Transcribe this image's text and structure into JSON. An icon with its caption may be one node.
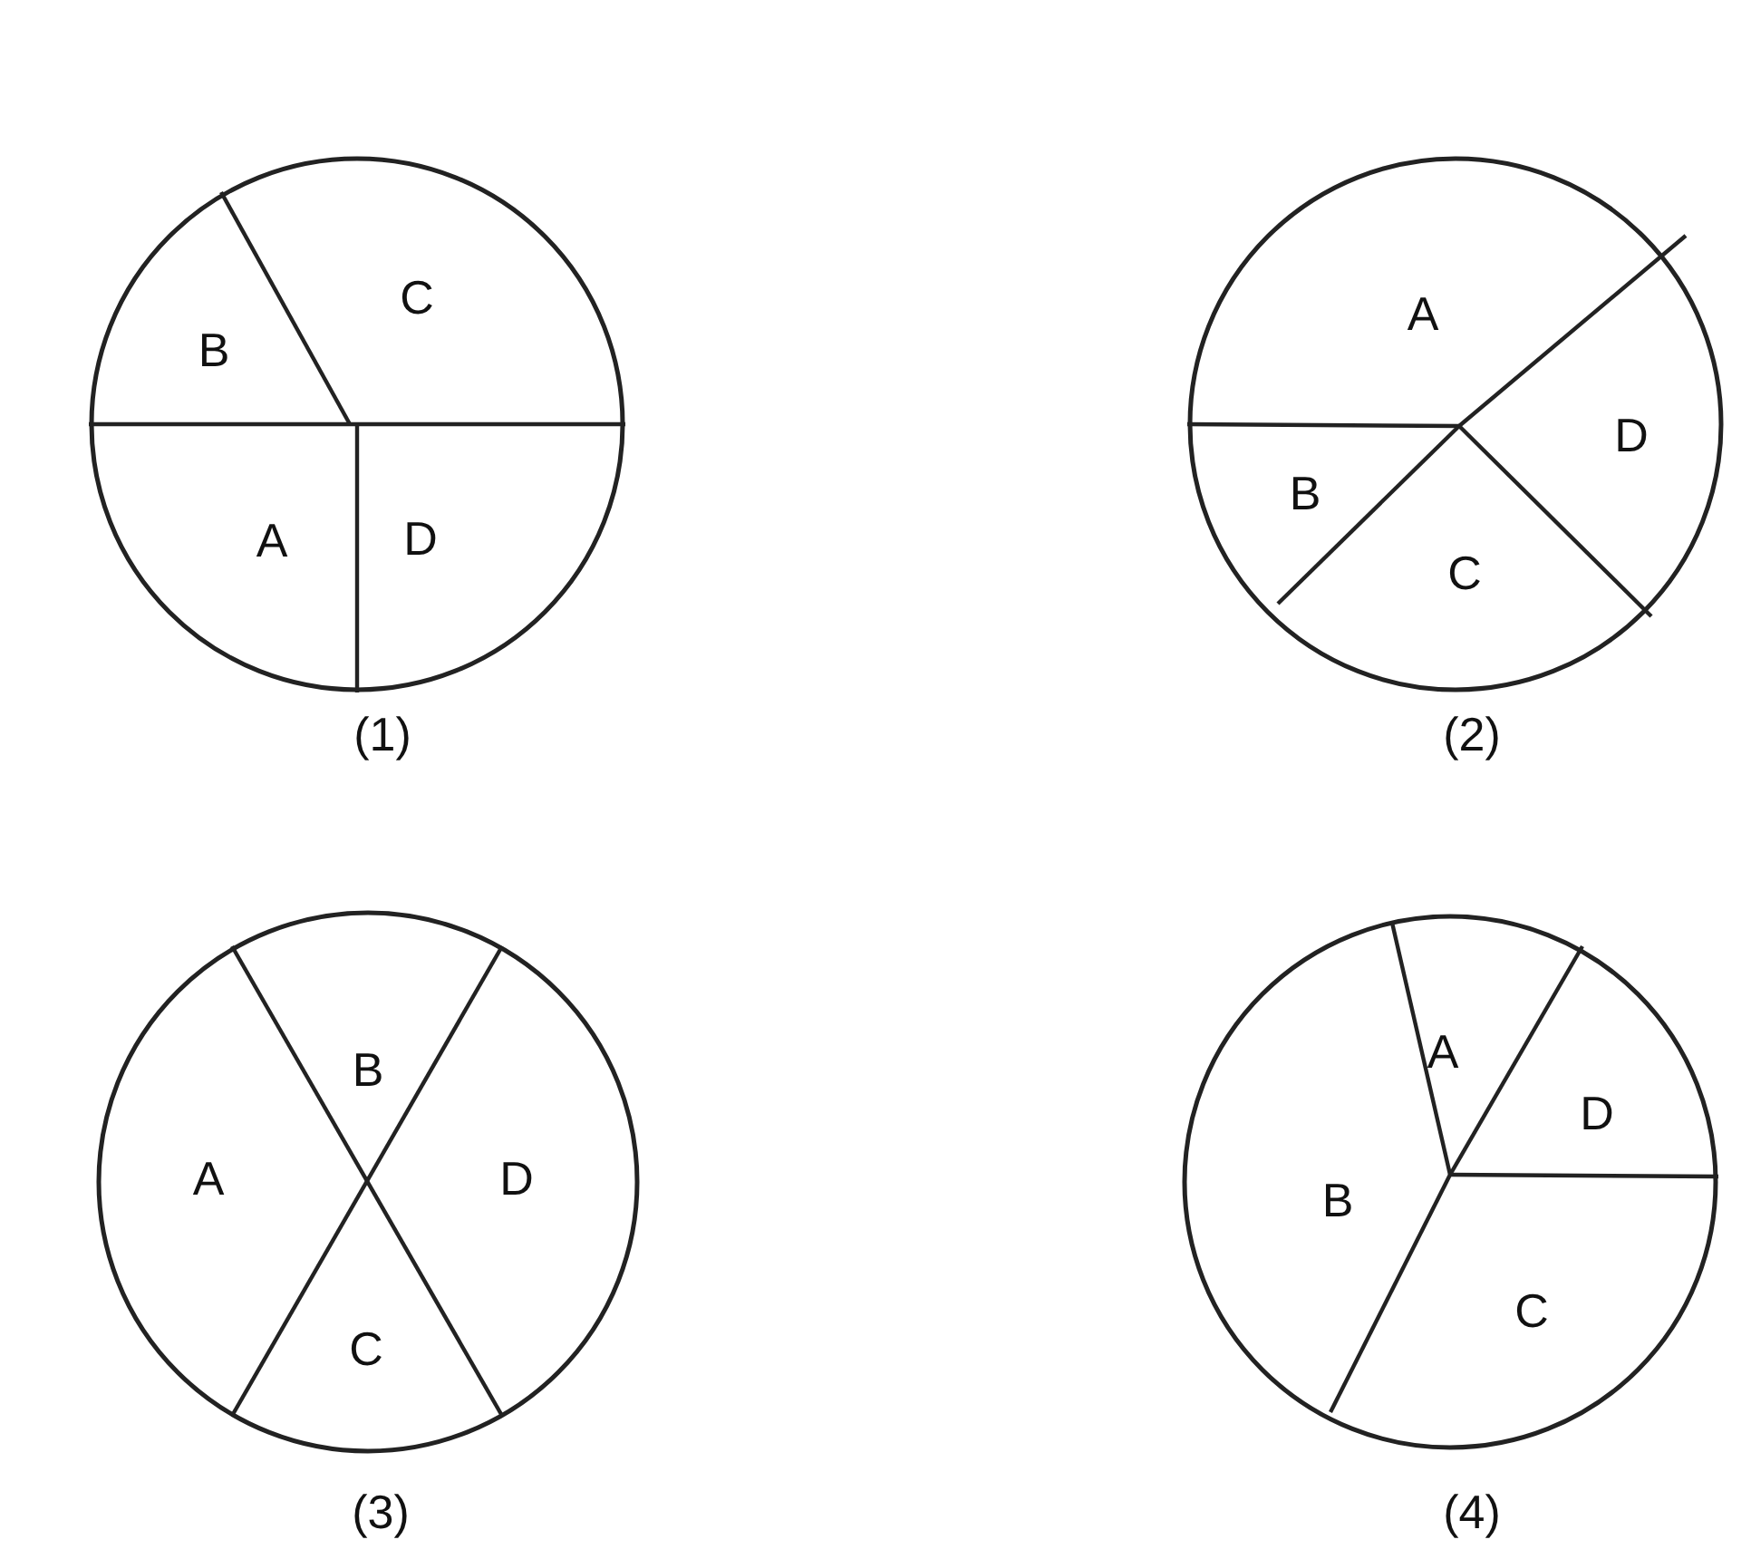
{
  "diagram": {
    "nodes": [
      {
        "text": [],
        "shape": "circle",
        "beside": [
          "(1)"
        ]
      },
      {
        "text": [
          "B"
        ],
        "in": 0
      },
      {
        "text": [
          "C"
        ],
        "in": 0
      },
      {
        "text": [
          "A"
        ],
        "in": 0
      },
      {
        "text": [
          "D"
        ],
        "in": 0
      },
      {
        "text": [],
        "shape": "circle",
        "beside": [
          "(2)"
        ]
      },
      {
        "text": [
          "A"
        ],
        "in": 5
      },
      {
        "text": [
          "D"
        ],
        "in": 5
      },
      {
        "text": [
          "B"
        ],
        "in": 5
      },
      {
        "text": [
          "C"
        ],
        "in": 5
      },
      {
        "text": [],
        "shape": "circle",
        "beside": [
          "(3)"
        ]
      },
      {
        "text": [
          "B"
        ],
        "in": 10
      },
      {
        "text": [
          "A"
        ],
        "in": 10
      },
      {
        "text": [
          "D"
        ],
        "in": 10
      },
      {
        "text": [
          "C"
        ],
        "in": 10
      },
      {
        "text": [],
        "shape": "circle",
        "beside": [
          "(4)"
        ]
      },
      {
        "text": [
          "A"
        ],
        "in": 15
      },
      {
        "text": [
          "D"
        ],
        "in": 15
      },
      {
        "text": [
          "B"
        ],
        "in": 15
      },
      {
        "text": [
          "C"
        ],
        "in": 15
      }
    ]
  }
}
